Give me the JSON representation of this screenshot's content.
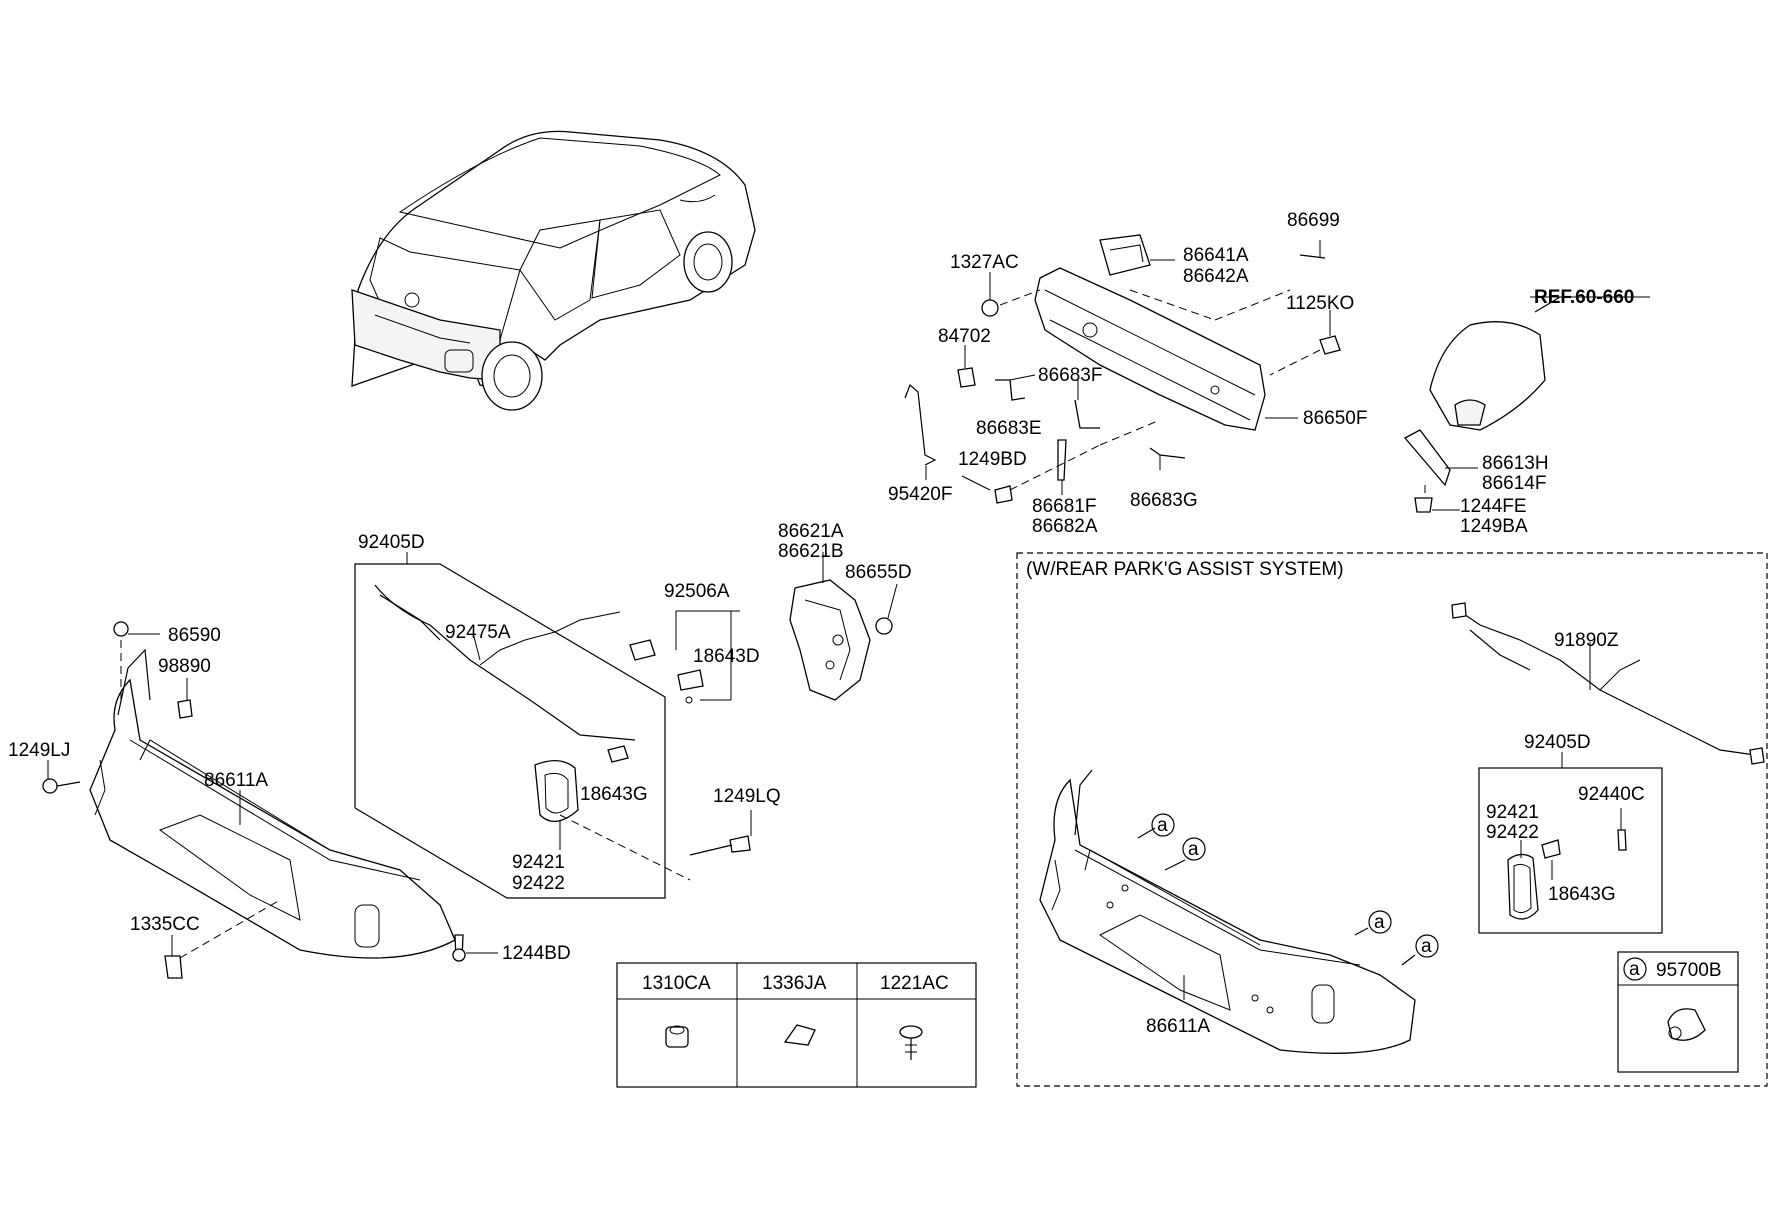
{
  "parts": {
    "p86590": "86590",
    "p98890": "98890",
    "p1249LJ": "1249LJ",
    "p86611A": "86611A",
    "p1335CC": "1335CC",
    "p1244BD": "1244BD",
    "p92405D": "92405D",
    "p92475A": "92475A",
    "p92506A": "92506A",
    "p18643D": "18643D",
    "p18643G": "18643G",
    "p92421": "92421",
    "p92422": "92422",
    "p1249LQ": "1249LQ",
    "p86621A": "86621A",
    "p86621B": "86621B",
    "p86655D": "86655D",
    "p1327AC": "1327AC",
    "p84702": "84702",
    "p95420F": "95420F",
    "p86641A": "86641A",
    "p86642A": "86642A",
    "p86699": "86699",
    "p1125KO": "1125KO",
    "p86683F": "86683F",
    "p86683E": "86683E",
    "p86650F": "86650F",
    "p1249BD": "1249BD",
    "p86681F": "86681F",
    "p86682A": "86682A",
    "p86683G": "86683G",
    "pREF": "REF.60-660",
    "p86613H": "86613H",
    "p86614F": "86614F",
    "p1244FE": "1244FE",
    "p1249BA": "1249BA",
    "p91890Z": "91890Z",
    "p92440C": "92440C",
    "p95700B": "95700B"
  },
  "section": {
    "title": "(W/REAR PARK'G ASSIST SYSTEM)",
    "callout": "a"
  },
  "fastener_table": {
    "headers": [
      "1310CA",
      "1336JA",
      "1221AC"
    ]
  }
}
